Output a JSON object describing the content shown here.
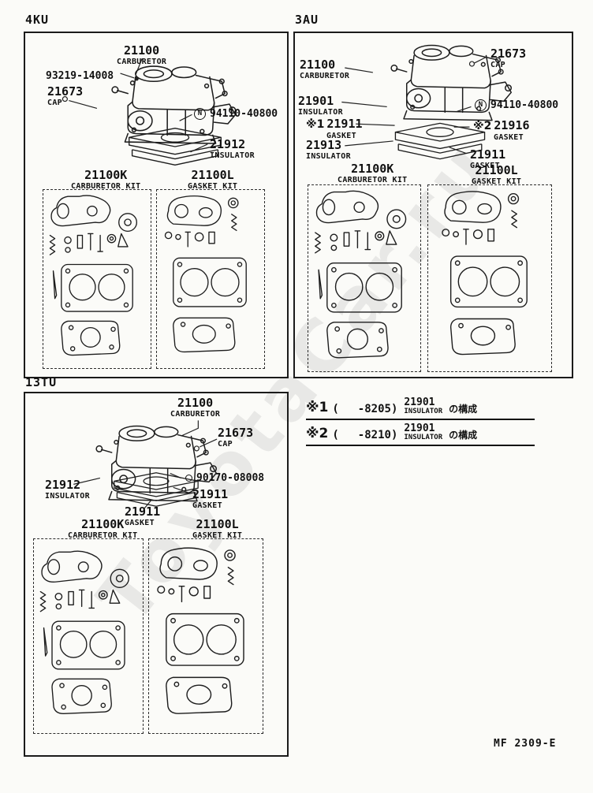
{
  "page": {
    "doc_code": "MF 2309-E",
    "watermark": "ToyotaCar.ru"
  },
  "sections": {
    "s4ku": {
      "title": "4KU",
      "carb_num": "21100",
      "carb_name": "CARBURETOR",
      "bolt_num": "93219-14008",
      "cap_num": "21673",
      "cap_name": "CAP",
      "nut_badge": "N",
      "nut_num": "94110-40800",
      "insulator_num": "21912",
      "insulator_name": "INSULATOR",
      "kit_carb_num": "21100K",
      "kit_carb_name": "CARBURETOR KIT",
      "kit_gasket_num": "21100L",
      "kit_gasket_name": "GASKET KIT"
    },
    "s3au": {
      "title": "3AU",
      "carb_num": "21100",
      "carb_name": "CARBURETOR",
      "cap_num": "21673",
      "cap_name": "CAP",
      "insulator1_num": "21901",
      "insulator1_name": "INSULATOR",
      "nut_badge": "N",
      "nut_num": "94110-40800",
      "gasket1_ref": "※1",
      "gasket1_num": "21911",
      "gasket1_name": "GASKET",
      "gasket2_ref": "※2",
      "gasket2_num": "21916",
      "gasket2_name": "GASKET",
      "insulator2_num": "21913",
      "insulator2_name": "INSULATOR",
      "gasket3_num": "21911",
      "gasket3_name": "GASKET",
      "kit_carb_num": "21100K",
      "kit_carb_name": "CARBURETOR KIT",
      "kit_gasket_num": "21100L",
      "kit_gasket_name": "GASKET KIT"
    },
    "s13tu": {
      "title": "13TU",
      "carb_num": "21100",
      "carb_name": "CARBURETOR",
      "cap_num": "21673",
      "cap_name": "CAP",
      "insulator_num": "21912",
      "insulator_name": "INSULATOR",
      "screw_num": "90170-08008",
      "gasket1_num": "21911",
      "gasket1_name": "GASKET",
      "gasket2_num": "21911",
      "gasket2_name": "GASKET",
      "kit_carb_num": "21100K",
      "kit_carb_name": "CARBURETOR KIT",
      "kit_gasket_num": "21100L",
      "kit_gasket_name": "GASKET KIT"
    }
  },
  "notes": {
    "n1": {
      "ref": "※1",
      "open": "(",
      "range": "-8205)",
      "part_num": "21901",
      "part_name": "INSULATOR",
      "suffix": "の構成"
    },
    "n2": {
      "ref": "※2",
      "open": "(",
      "range": "-8210)",
      "part_num": "21901",
      "part_name": "INSULATOR",
      "suffix": "の構成"
    }
  }
}
